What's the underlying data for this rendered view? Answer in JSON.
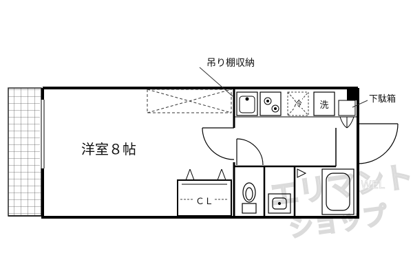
{
  "labels": {
    "storage_shelf": "吊り棚収納",
    "shoe_box": "下駄箱",
    "room": "洋室８帖",
    "closet": "ＣＬ",
    "fridge": "冷",
    "washer": "洗"
  },
  "watermark": {
    "brand_main": "エリマント",
    "brand_sub": "ショップ",
    "brand_mark": "WEL"
  }
}
